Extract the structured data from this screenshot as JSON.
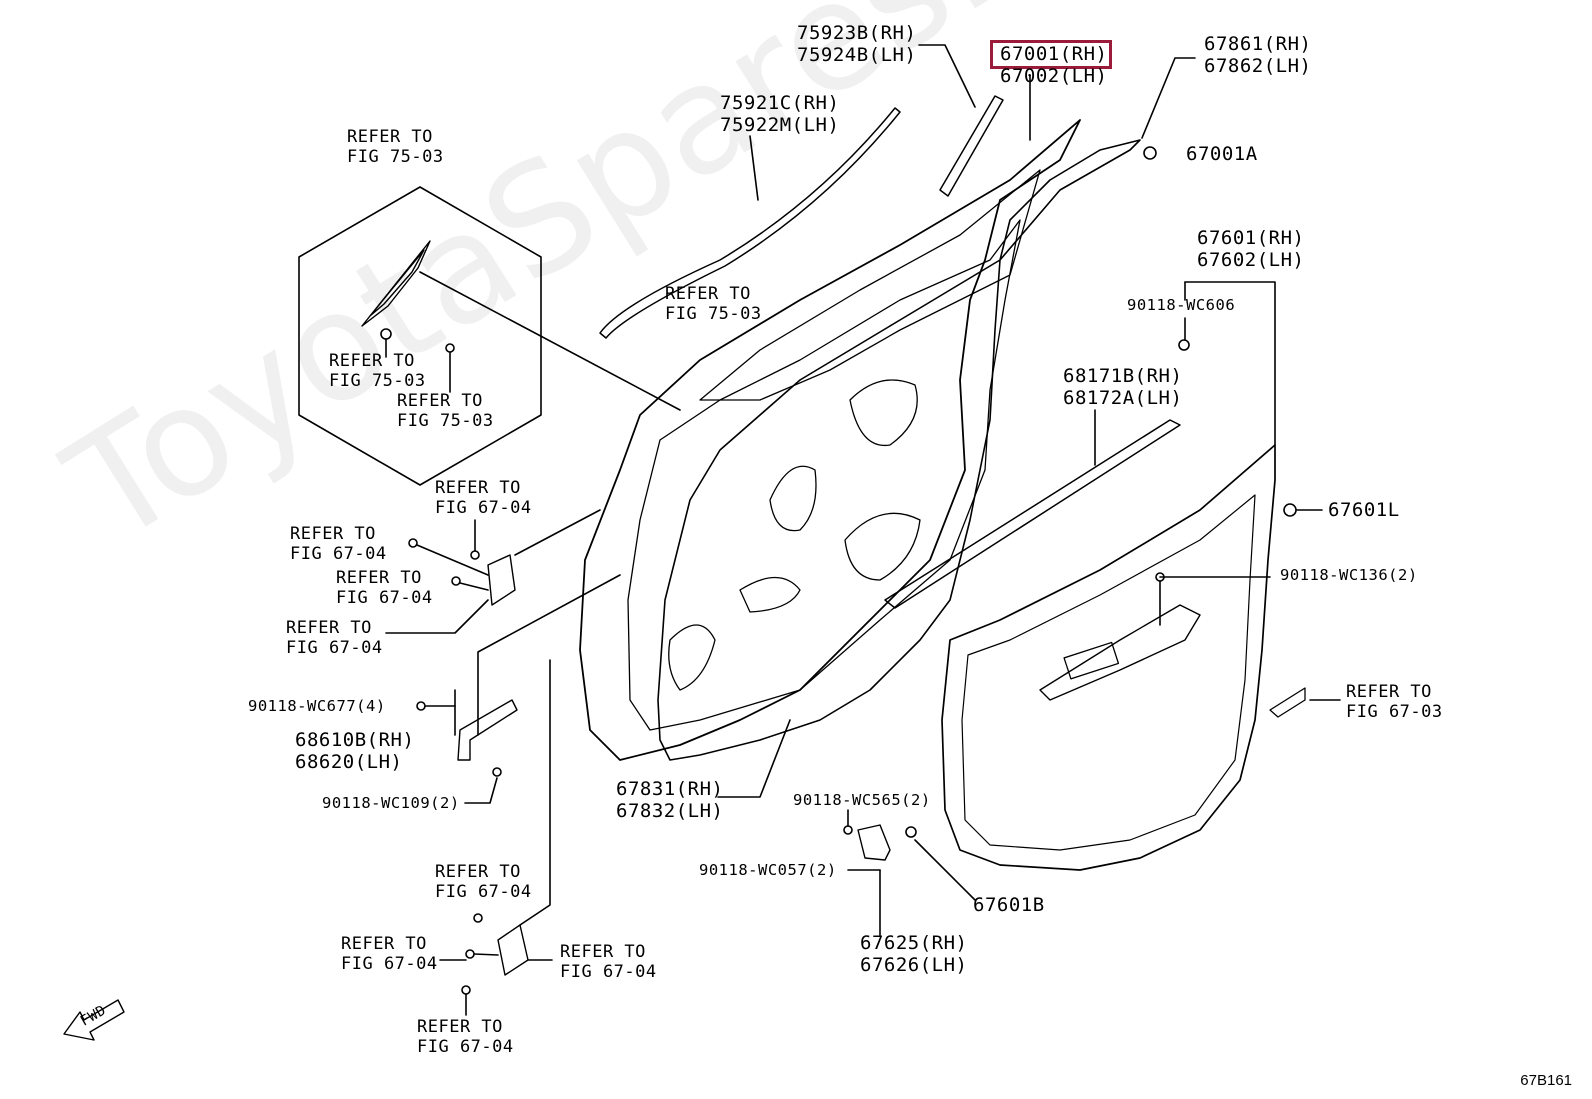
{
  "watermark": "ToyotaSpares.ru",
  "diagram_id": "67B161",
  "fwd_label": "FWD",
  "highlight_color": "#9b1b3a",
  "callouts": {
    "c75923": [
      "75923B(RH)",
      "75924B(LH)"
    ],
    "c67001": [
      "67001(RH)",
      "67002(LH)"
    ],
    "c67861": [
      "67861(RH)",
      "67862(LH)"
    ],
    "c75921": [
      "75921C(RH)",
      "75922M(LH)"
    ],
    "c67001A": "67001A",
    "c67601": [
      "67601(RH)",
      "67602(LH)"
    ],
    "cWC606": "90118-WC606",
    "c68171": [
      "68171B(RH)",
      "68172A(LH)"
    ],
    "c67601L": "67601L",
    "cWC136": "90118-WC136(2)",
    "cWC677": "90118-WC677(4)",
    "c68610": [
      "68610B(RH)",
      "68620(LH)"
    ],
    "cWC109": "90118-WC109(2)",
    "c67831": [
      "67831(RH)",
      "67832(LH)"
    ],
    "cWC565": "90118-WC565(2)",
    "cWC057": "90118-WC057(2)",
    "c67601B": "67601B",
    "c67625": [
      "67625(RH)",
      "67626(LH)"
    ]
  },
  "refer_to": {
    "r1": [
      "REFER TO",
      "FIG 75-03"
    ],
    "r2": [
      "REFER TO",
      "FIG 75-03"
    ],
    "r3": [
      "REFER TO",
      "FIG 75-03"
    ],
    "r4": [
      "REFER TO",
      "FIG 75-03"
    ],
    "r5": [
      "REFER TO",
      "FIG 67-04"
    ],
    "r6": [
      "REFER TO",
      "FIG 67-04"
    ],
    "r7": [
      "REFER TO",
      "FIG 67-04"
    ],
    "r8": [
      "REFER TO",
      "FIG 67-04"
    ],
    "r9": [
      "REFER TO",
      "FIG 67-04"
    ],
    "r10": [
      "REFER TO",
      "FIG 67-04"
    ],
    "r11": [
      "REFER TO",
      "FIG 67-04"
    ],
    "r12": [
      "REFER TO",
      "FIG 67-04"
    ],
    "r13": [
      "REFER TO",
      "FIG 67-03"
    ]
  }
}
